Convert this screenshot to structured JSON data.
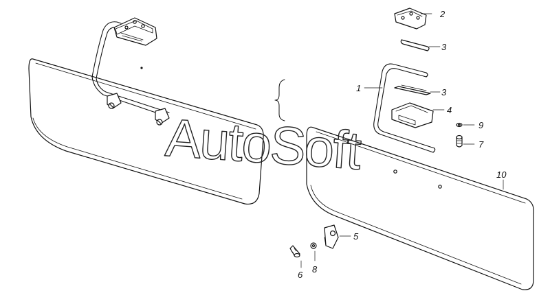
{
  "diagram": {
    "watermark": "AutoSoft",
    "callouts": [
      {
        "id": "c1",
        "label": "1"
      },
      {
        "id": "c2",
        "label": "2"
      },
      {
        "id": "c3a",
        "label": "3"
      },
      {
        "id": "c3b",
        "label": "3"
      },
      {
        "id": "c4",
        "label": "4"
      },
      {
        "id": "c5",
        "label": "5"
      },
      {
        "id": "c6",
        "label": "6"
      },
      {
        "id": "c7",
        "label": "7"
      },
      {
        "id": "c8",
        "label": "8"
      },
      {
        "id": "c9",
        "label": "9"
      },
      {
        "id": "c10",
        "label": "10"
      }
    ]
  }
}
